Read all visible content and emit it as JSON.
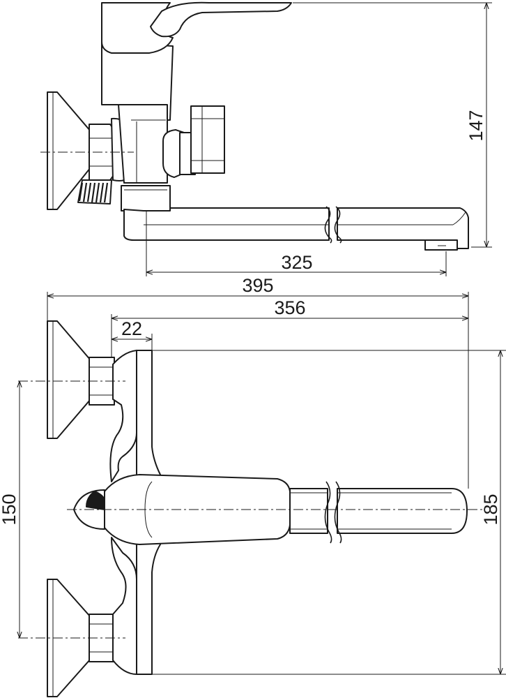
{
  "dimensions": {
    "height_top": "147",
    "spout_reach": "325",
    "total_length": "395",
    "body_to_spout": "356",
    "handle_offset": "22",
    "inlet_spacing": "150",
    "total_height": "185"
  },
  "colors": {
    "line": "#1a1a1a",
    "background": "#ffffff"
  }
}
